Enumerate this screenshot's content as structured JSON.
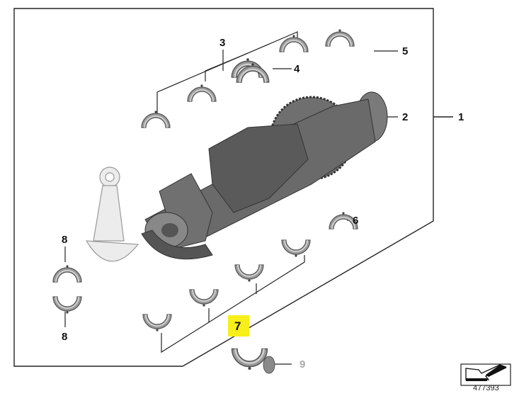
{
  "diagram": {
    "title": "Crankshaft with bearing shells",
    "callouts": {
      "c1": "1",
      "c2": "2",
      "c3": "3",
      "c4": "4",
      "c5": "5",
      "c6": "6",
      "c7": "7",
      "c8_top": "8",
      "c8_bottom": "8",
      "c9": "9"
    },
    "highlighted_callout": "7",
    "highlight_color": "#f7ef1a",
    "reference_number": "477393",
    "nav_icon": "back-arrow-icon"
  }
}
